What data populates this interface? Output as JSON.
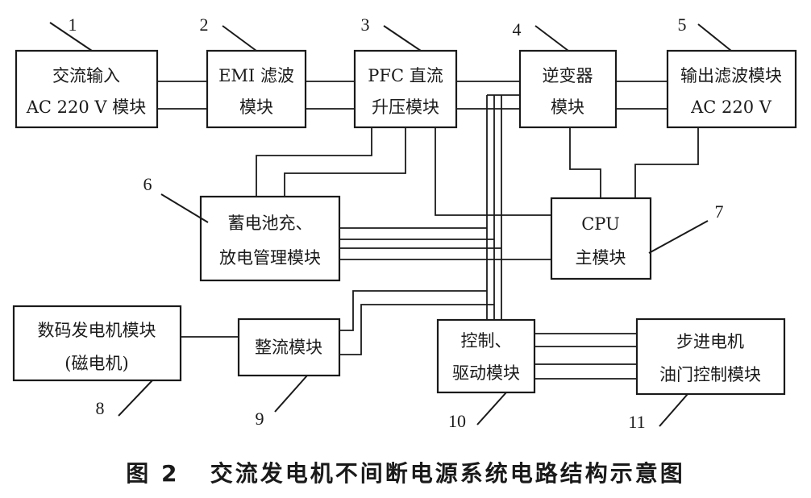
{
  "diagram": {
    "blocks": {
      "ac_input": [
        "交流输入",
        "AC 220 V 模块"
      ],
      "emi": [
        "EMI 滤波",
        "模块"
      ],
      "pfc": [
        "PFC 直流",
        "升压模块"
      ],
      "inverter": [
        "逆变器",
        "模块"
      ],
      "output_filter": [
        "输出滤波模块",
        "AC 220 V"
      ],
      "battery": [
        "蓄电池充、",
        "放电管理模块"
      ],
      "cpu": [
        "CPU",
        "主模块"
      ],
      "generator": [
        "数码发电机模块",
        "(磁电机)"
      ],
      "rectifier": [
        "整流模块"
      ],
      "control": [
        "控制、",
        "驱动模块"
      ],
      "stepper": [
        "步进电机",
        "油门控制模块"
      ]
    },
    "numbers": {
      "ac_input": "1",
      "emi": "2",
      "pfc": "3",
      "inverter": "4",
      "output_filter": "5",
      "battery": "6",
      "cpu": "7",
      "generator": "8",
      "rectifier": "9",
      "control": "10",
      "stepper": "11"
    }
  },
  "caption": {
    "figure_label": "图 2",
    "title": "交流发电机不间断电源系统电路结构示意图"
  }
}
